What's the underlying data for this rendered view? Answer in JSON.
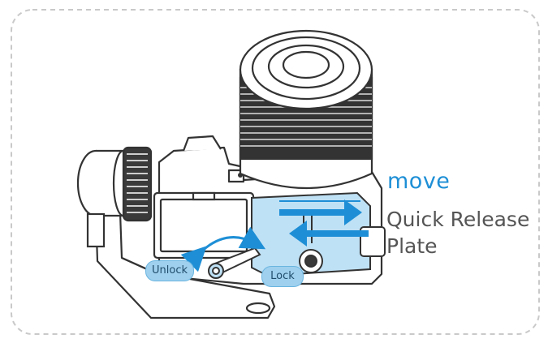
{
  "labels": {
    "move": "move",
    "plate_line1": "Quick Release",
    "plate_line2": "Plate",
    "unlock": "Unlock",
    "lock": "Lock"
  },
  "colors": {
    "accent": "#1e8fd6",
    "plate_fill": "#bfe1f5",
    "pill_fill": "#9fd0ee",
    "line": "#333333",
    "frame_dash": "#c9c9c9"
  }
}
